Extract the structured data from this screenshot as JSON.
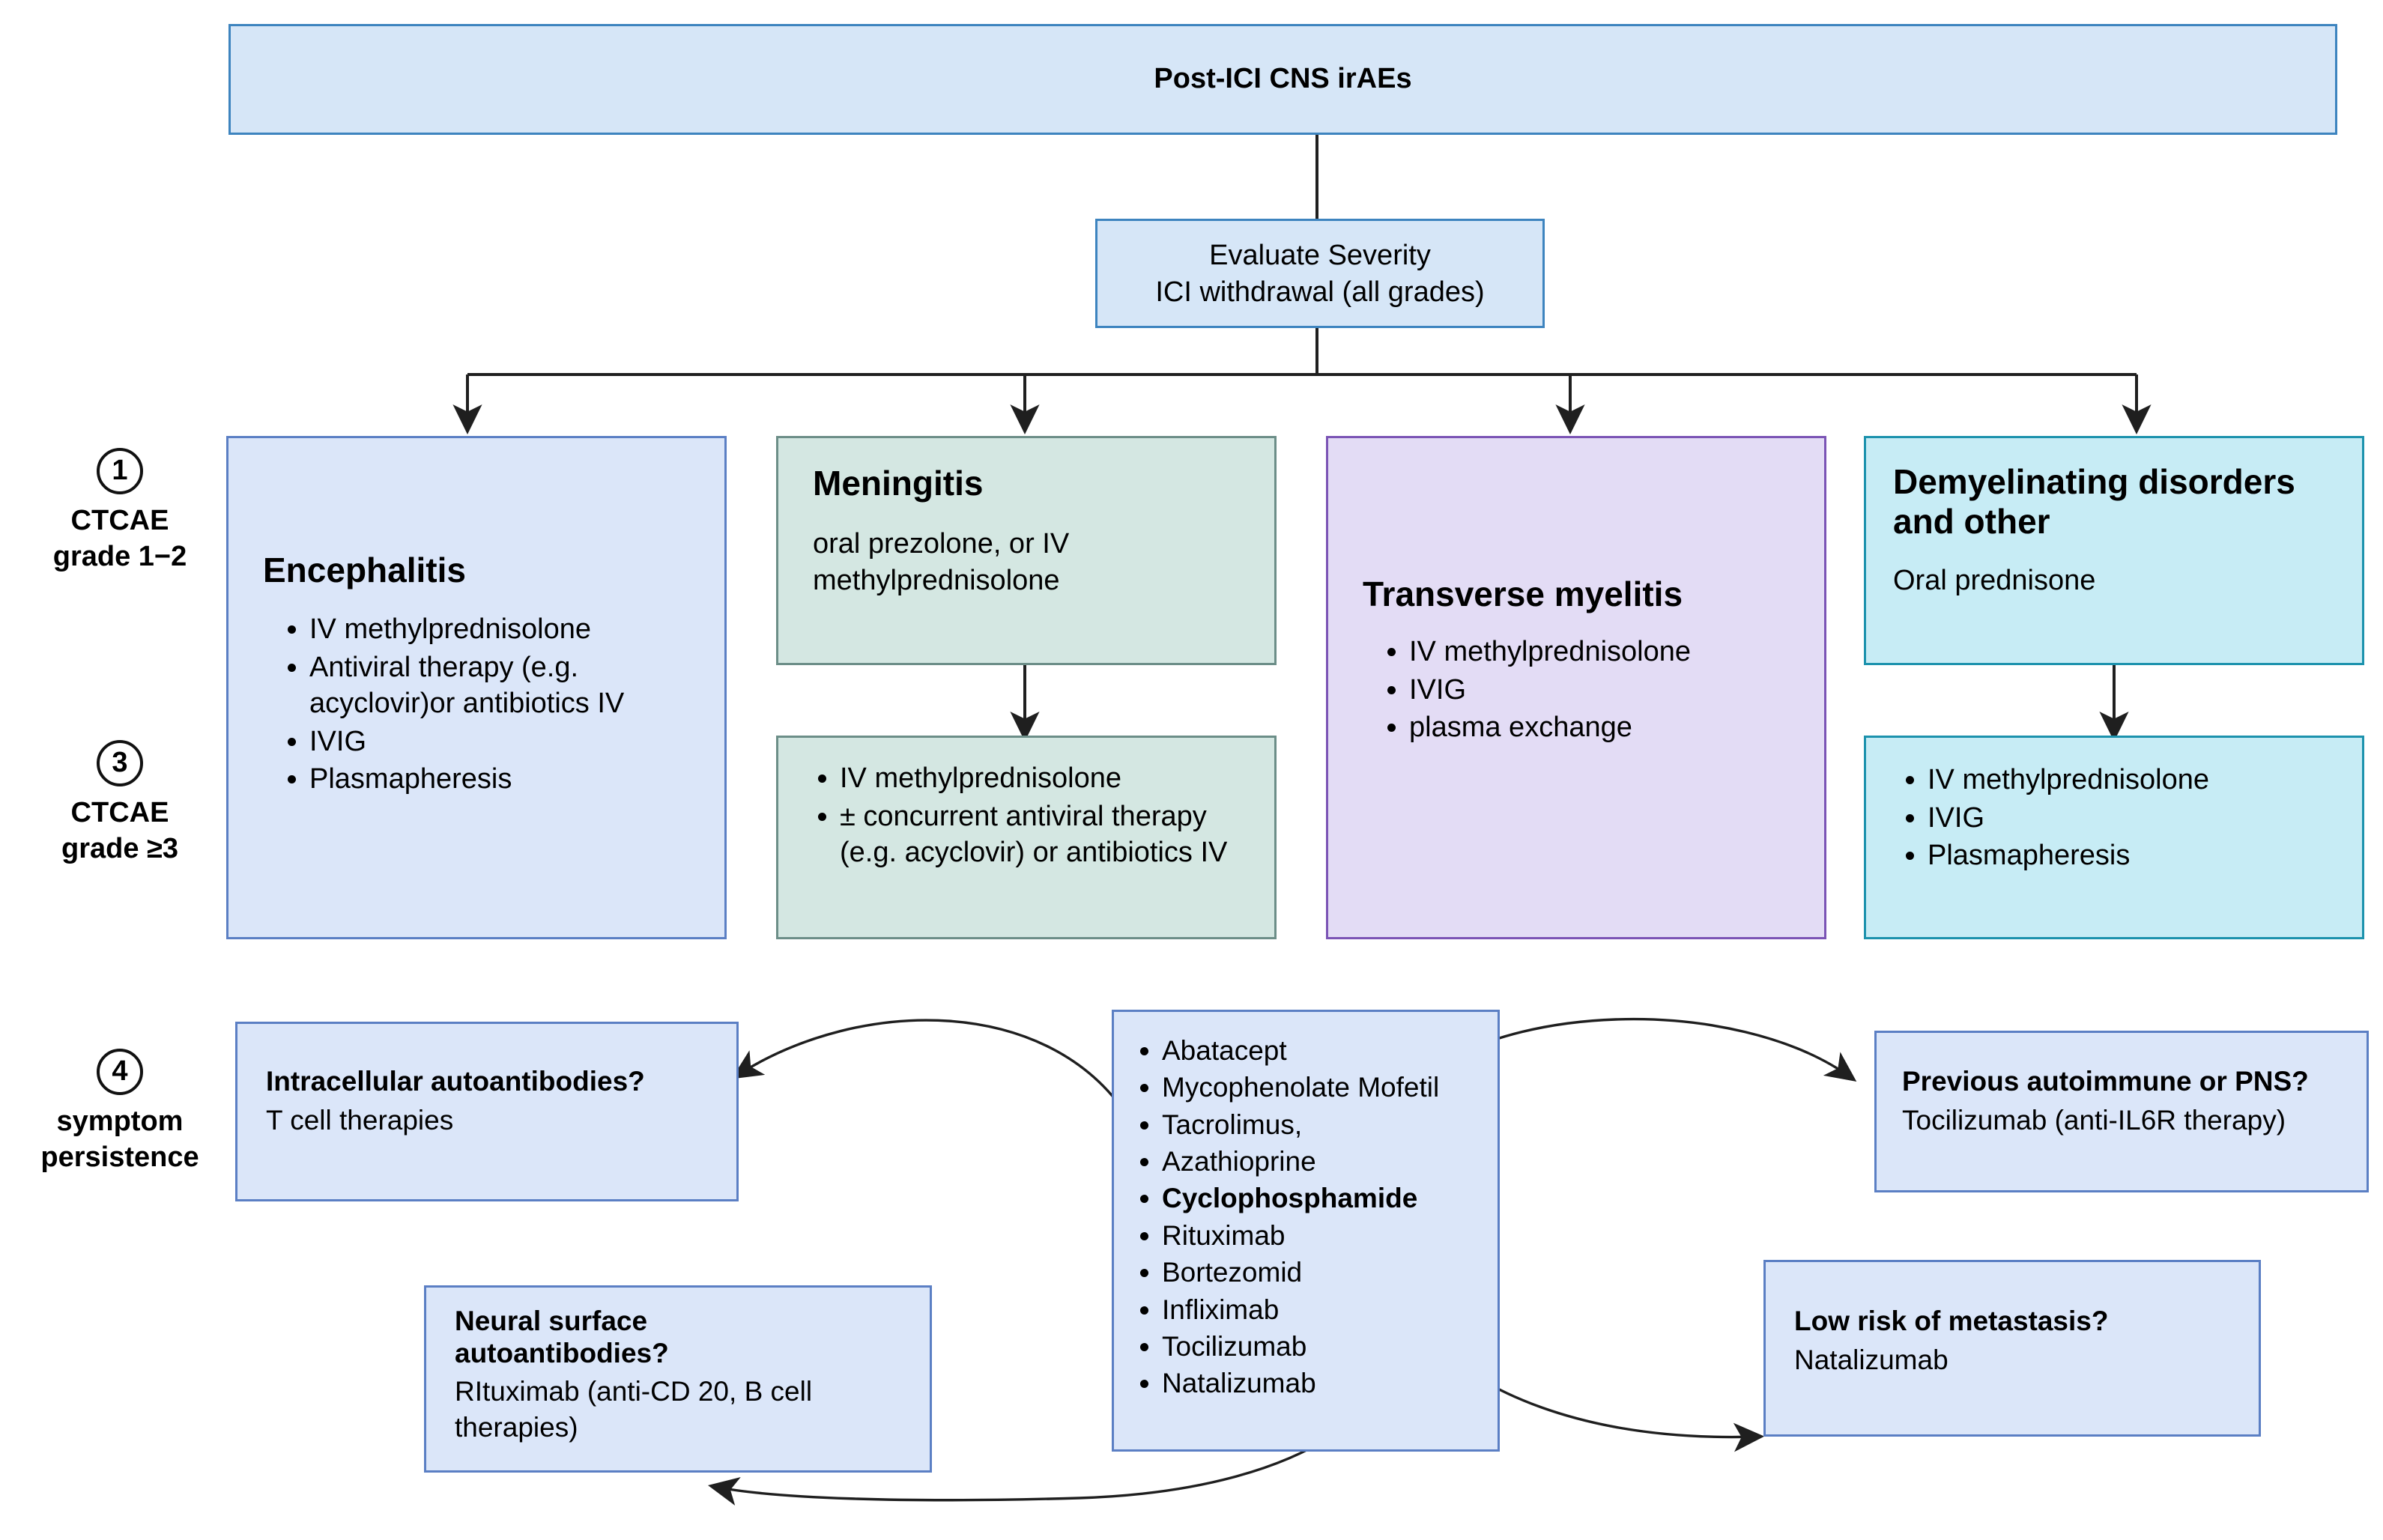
{
  "root": {
    "label": "Post-ICI CNS irAEs"
  },
  "severity": {
    "line1": "Evaluate Severity",
    "line2": "ICI withdrawal (all grades)"
  },
  "rails": [
    {
      "num": "1",
      "line1": "CTCAE",
      "line2": "grade 1−2"
    },
    {
      "num": "3",
      "line1": "CTCAE",
      "line2": "grade ≥3"
    },
    {
      "num": "4",
      "line1": "symptom",
      "line2": "persistence"
    }
  ],
  "columns": [
    {
      "key": "encephalitis",
      "title": "Encephalitis",
      "color": "#dbe6f9",
      "border": "#5b7fc4",
      "bullets": [
        "IV methylprednisolone",
        "Antiviral therapy (e.g. acyclovir)or antibiotics IV",
        "IVIG",
        "Plasmapheresis"
      ]
    },
    {
      "key": "meningitis",
      "title": "Meningitis",
      "color": "#d4e7e2",
      "border": "#6c8e88",
      "subtitle": "oral prezolone, or IV methylprednisolone",
      "severe_bullets": [
        "IV methylprednisolone",
        "± concurrent antiviral therapy (e.g. acyclovir) or antibiotics IV"
      ]
    },
    {
      "key": "transverse-myelitis",
      "title": "Transverse myelitis",
      "color": "#e3dcf5",
      "border": "#7b54b5",
      "bullets": [
        "IV methylprednisolone",
        "IVIG",
        "plasma exchange"
      ]
    },
    {
      "key": "demyelinating",
      "title": "Demyelinating disorders and other",
      "color": "#c7ecf5",
      "border": "#1c92ad",
      "subtitle": "Oral prednisone",
      "severe_bullets": [
        "IV methylprednisolone",
        "IVIG",
        "Plasmapheresis"
      ]
    }
  ],
  "persistence": {
    "drugs": [
      {
        "name": "Abatacept",
        "bold": false
      },
      {
        "name": "Mycophenolate Mofetil",
        "bold": false
      },
      {
        "name": "Tacrolimus,",
        "bold": false
      },
      {
        "name": "Azathioprine",
        "bold": false
      },
      {
        "name": "Cyclophosphamide",
        "bold": true
      },
      {
        "name": "Rituximab",
        "bold": false
      },
      {
        "name": "Bortezomid",
        "bold": false
      },
      {
        "name": "Infliximab",
        "bold": false
      },
      {
        "name": "Tocilizumab",
        "bold": false
      },
      {
        "name": "Natalizumab",
        "bold": false
      }
    ],
    "intracellular": {
      "title": "Intracellular autoantibodies?",
      "body": "T cell therapies"
    },
    "neural_surface": {
      "title": "Neural surface autoantibodies?",
      "body": "RItuximab (anti-CD 20, B cell therapies)"
    },
    "previous_autoimmune": {
      "title": "Previous autoimmune or PNS?",
      "body": "Tocilizumab (anti-IL6R therapy)"
    },
    "low_risk": {
      "title": "Low risk of metastasis?",
      "body": "Natalizumab"
    }
  },
  "colors": {
    "edge": "#1f1f1f",
    "blue_fill": "#d6e6f7",
    "blue_border": "#3d84bf"
  }
}
